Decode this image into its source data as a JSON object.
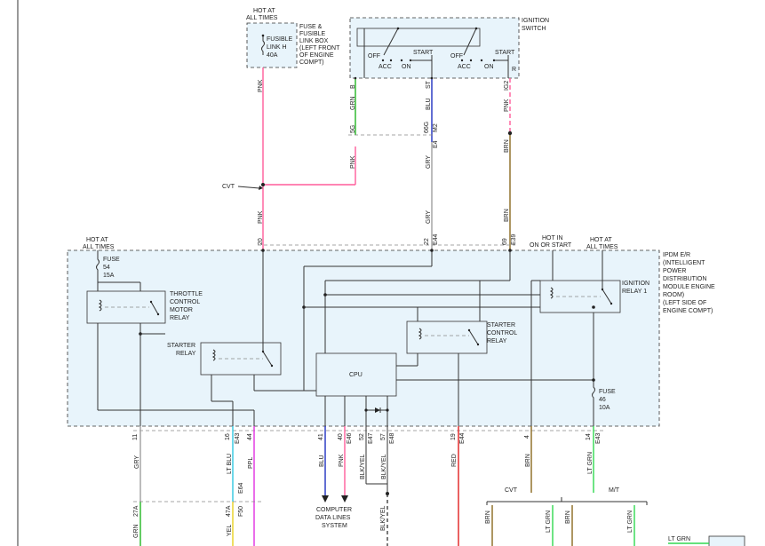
{
  "labels": {
    "hot_at_all_times_top": [
      "HOT AT",
      "ALL TIMES"
    ],
    "fuse_box": [
      "FUSE &",
      "FUSIBLE",
      "LINK BOX",
      "(LEFT FRONT",
      "OF ENGINE",
      "COMPT)"
    ],
    "fusible_link": [
      "FUSIBLE",
      "LINK H",
      "40A"
    ],
    "ignition_switch": [
      "IGNITION",
      "SWITCH"
    ],
    "sw_off_1": "OFF",
    "sw_acc_1": "ACC",
    "sw_on_1": "ON",
    "sw_start_1": "START",
    "sw_off_2": "OFF",
    "sw_acc_2": "ACC",
    "sw_on_2": "ON",
    "sw_start_2": "START",
    "cvt_splice": "CVT",
    "hot_at_all_times_left": [
      "HOT AT",
      "ALL TIMES"
    ],
    "fuse_54": [
      "FUSE",
      "54",
      "15A"
    ],
    "throttle_relay": [
      "THROTTLE",
      "CONTROL",
      "MOTOR",
      "RELAY"
    ],
    "starter_relay": [
      "STARTER",
      "RELAY"
    ],
    "cpu": "CPU",
    "starter_control_relay": [
      "STARTER",
      "CONTROL",
      "RELAY"
    ],
    "hot_in_on_start": [
      "HOT IN",
      "ON OR START"
    ],
    "hot_at_all_times_right": [
      "HOT AT",
      "ALL TIMES"
    ],
    "ignition_relay_1": [
      "IGNITION",
      "RELAY 1"
    ],
    "ipdm": [
      "IPDM E/R",
      "(INTELLIGENT",
      "POWER",
      "DISTRIBUTION",
      "MODULE ENGINE",
      "ROOM)",
      "(LEFT SIDE OF",
      "ENGINE COMPT)"
    ],
    "fuse_46": [
      "FUSE",
      "46",
      "10A"
    ],
    "computer_data": [
      "COMPUTER",
      "DATA LINES",
      "SYSTEM"
    ],
    "cvt_bottom": "CVT",
    "mt_bottom": "M/T",
    "lt_grn_corner": "LT GRN"
  },
  "wires": {
    "pnk_fuse": "PNK",
    "b": "B",
    "grn_sw": "GRN",
    "st": "ST",
    "blu_sw": "BLU",
    "ig2": "IG2",
    "pnk_sw": "PNK",
    "r": "R",
    "c5g": "5G",
    "c66g": "66G",
    "m2": "M2",
    "e4": "E4",
    "pnk_mid": "PNK",
    "gry_mid": "GRY",
    "brn_mid": "BRN",
    "pnk_low": "PNK",
    "gry_low": "GRY",
    "brn_low": "BRN",
    "p20": "20",
    "p22": "22",
    "e44": "E44",
    "p69": "69",
    "e39": "E39",
    "p11": "11",
    "gry_b": "GRY",
    "p16": "16",
    "e43a": "E43",
    "ltblu_b": "LT BLU",
    "p44": "44",
    "ppl_b": "PPL",
    "p41": "41",
    "blu_b": "BLU",
    "p40": "40",
    "e46": "E46",
    "pnk_b": "PNK",
    "p52": "52",
    "e47": "E47",
    "bkyel_b1": "BLK/YEL",
    "p57": "57",
    "e48": "E48",
    "bkyel_b2": "BLK/YEL",
    "p19": "19",
    "e44b": "E44",
    "red_b": "RED",
    "p4": "4",
    "brn_b": "BRN",
    "p14": "14",
    "e43b": "E43",
    "ltgrn_b": "LT GRN",
    "p27a": "27A",
    "grn_bot": "GRN",
    "p47a": "47A",
    "e64": "E64",
    "f50": "F50",
    "yel_bot": "YEL",
    "bkyel_bot": "BLK/YEL",
    "brn_c1": "BRN",
    "ltgrn_c1": "LT GRN",
    "brn_c2": "BRN",
    "ltgrn_c2": "LT GRN"
  },
  "colors": {
    "pink": "#ff5c9a",
    "green": "#22b522",
    "blue": "#2030c0",
    "brown": "#8a6a20",
    "gray": "#a0a0a0",
    "ltblue": "#30c8e0",
    "purple": "#e030e0",
    "red": "#e02020",
    "ltgreen": "#30d850",
    "yellow": "#e8d020",
    "box_fill": "#e8f4fb"
  }
}
